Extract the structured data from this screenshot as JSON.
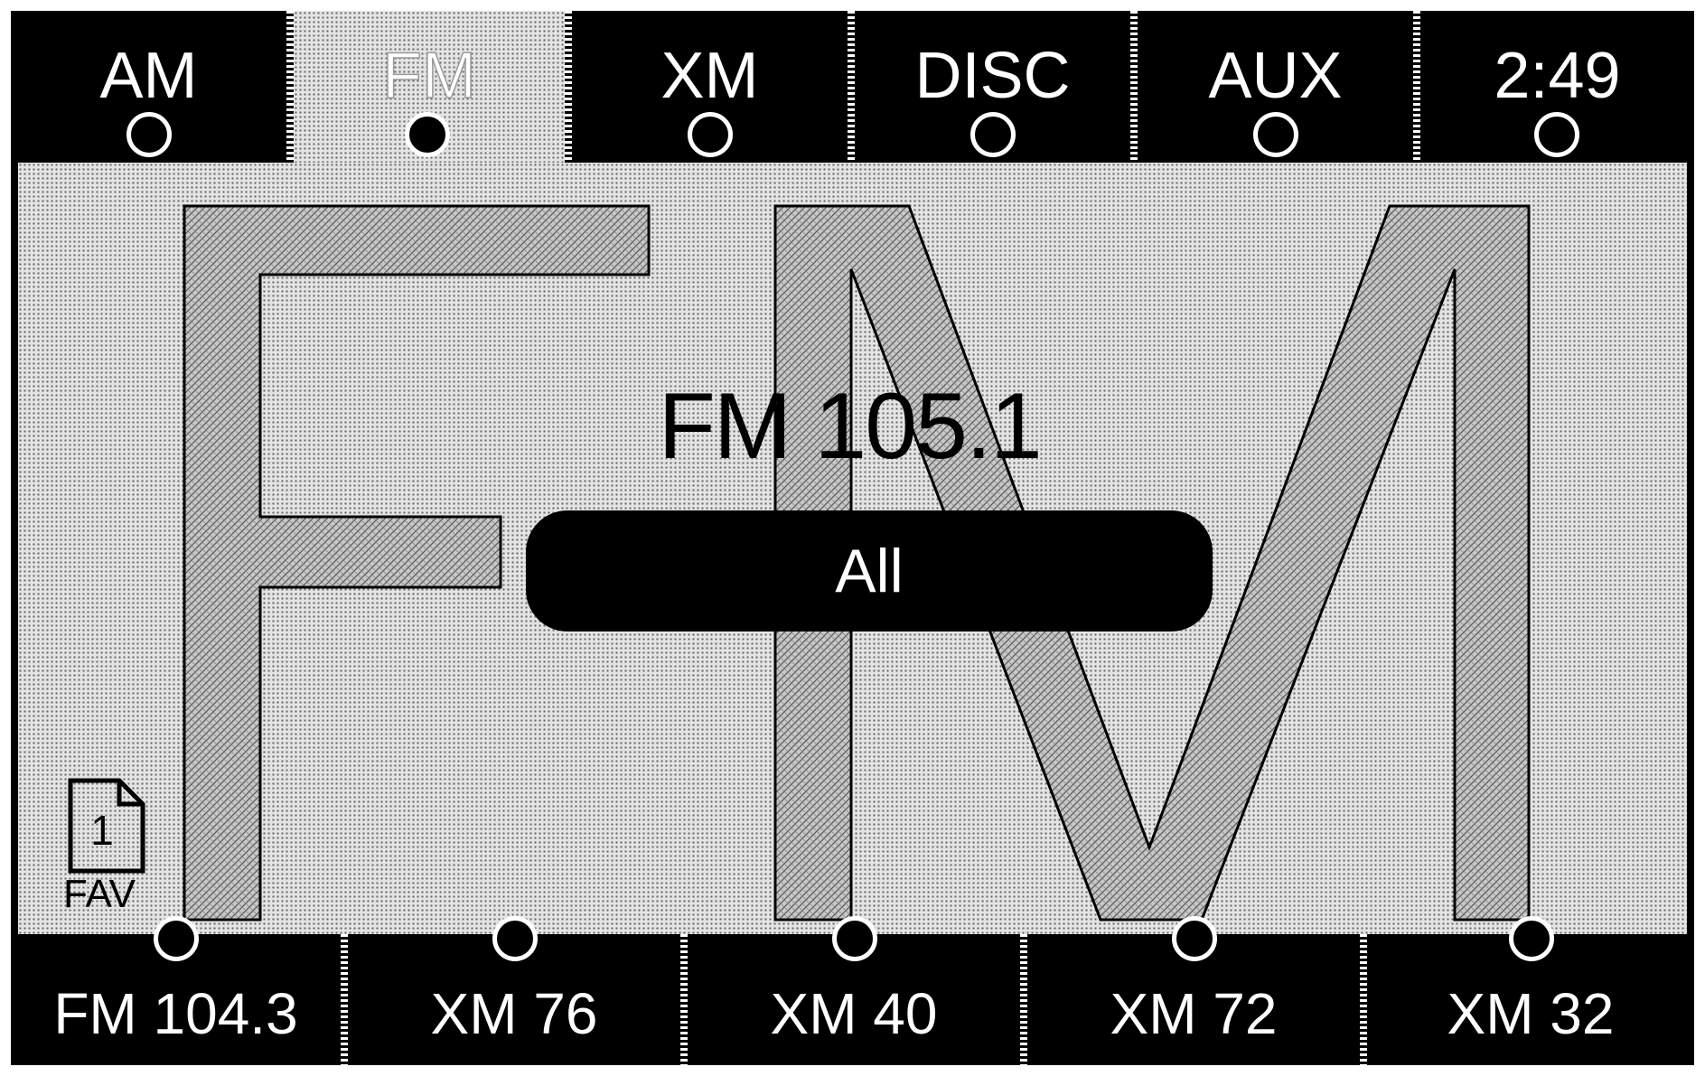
{
  "header": {
    "tabs": [
      {
        "label": "AM",
        "active": false
      },
      {
        "label": "FM",
        "active": true
      },
      {
        "label": "XM",
        "active": false
      },
      {
        "label": "DISC",
        "active": false
      },
      {
        "label": "AUX",
        "active": false
      }
    ],
    "clock": "2:49"
  },
  "main": {
    "frequency": "FM 105.1",
    "category": "All",
    "favorites": {
      "page": "1",
      "label": "FAV"
    }
  },
  "presets": [
    {
      "label": "FM 104.3"
    },
    {
      "label": "XM 76"
    },
    {
      "label": "XM 40"
    },
    {
      "label": "XM 72"
    },
    {
      "label": "XM 32"
    }
  ],
  "colors": {
    "screen_bg": "#000000",
    "lcd_bg": "#e4e4e4",
    "text_light": "#ffffff",
    "text_dark": "#000000"
  }
}
